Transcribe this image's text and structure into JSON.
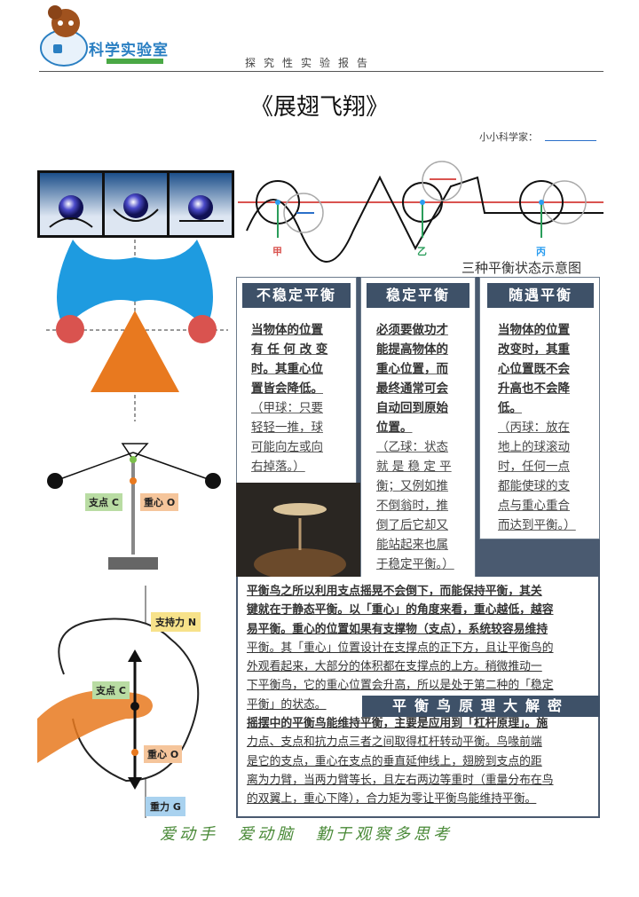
{
  "header": {
    "logo_text": "科学实验室",
    "title": "探究性实验报告",
    "page_title": "《展翅飞翔》",
    "scientist_label": "小小科学家："
  },
  "top_diagram": {
    "labels": {
      "jia": "甲",
      "yi": "乙",
      "bing": "丙"
    },
    "caption": "三种平衡状态示意图"
  },
  "balance_diagram": {
    "pivot_label": "支点 C",
    "gravity_center_label": "重心 O"
  },
  "hand_diagram": {
    "support_force": "支持力 N",
    "pivot": "支点 C",
    "gravity_center": "重心 O",
    "gravity": "重力 G"
  },
  "cards": {
    "unstable": {
      "title": "不稳定平衡",
      "lines_bold": [
        "当物体的位置",
        "有 任 何 改 变",
        "时。其重心位",
        "置皆会降低。"
      ],
      "lines_normal": [
        "（甲球：只要",
        "轻轻一推，球",
        "可能向左或向",
        "右掉落。）"
      ]
    },
    "stable": {
      "title": "稳定平衡",
      "lines_bold": [
        "必须要做功才",
        "能提高物体的",
        "重心位置，而",
        "最终通常可会",
        "自动回到原始",
        "位置。"
      ],
      "lines_normal": [
        "（乙球：状态",
        "就 是 稳 定 平",
        "衡；又例如推",
        "不倒翁时，推",
        "倒了后它却又",
        "能站起来也属",
        "于稳定平衡。）"
      ]
    },
    "neutral": {
      "title": "随遇平衡",
      "lines_bold": [
        "当物体的位置",
        "改变时，其重",
        "心位置既不会",
        "升高也不会降",
        "低。"
      ],
      "lines_normal": [
        "（丙球：放在",
        "地上的球滚动",
        "时，任何一点",
        "都能使球的支",
        "点与重心重合",
        "而达到平衡。）"
      ]
    }
  },
  "principle": {
    "lines": [
      "平衡鸟之所以利用支点摇晃不会倒下，而能保持平衡，其关",
      "键就在于静态平衡。以「重心」的角度来看，重心越低，越容",
      "易平衡。重心的位置如果有支撑物（支点），系统较容易维持",
      "平衡。其「重心」位置设计在支撑点的正下方，且让平衡鸟的",
      "外观看起来，大部分的体积都在支撑点的上方。稍微推动一",
      "下平衡鸟，它的重心位置会升高，所以是处于第二种的「稳定",
      "平衡」的状态。",
      "摇摆中的平衡鸟能维持平衡，主要是应用到「杠杆原理」。施",
      "力点、支点和抗力点三者之间取得杠杆转动平衡。鸟喙前端",
      "是它的支点，重心在支点的垂直延伸线上，翅膀到支点的距",
      "离为力臂，当两力臂等长，且左右两边等重时（重量分布在鸟",
      "的双翼上，重心下降），合力矩为零让平衡鸟能维持平衡。"
    ],
    "banner": "平衡鸟原理大解密"
  },
  "footer": {
    "motto": "爱动手　爱动脑　勤于观察多思考"
  },
  "colors": {
    "accent": "#3e5168",
    "blue": "#1e9be0",
    "orange": "#e8791f",
    "red": "#d9534f"
  }
}
